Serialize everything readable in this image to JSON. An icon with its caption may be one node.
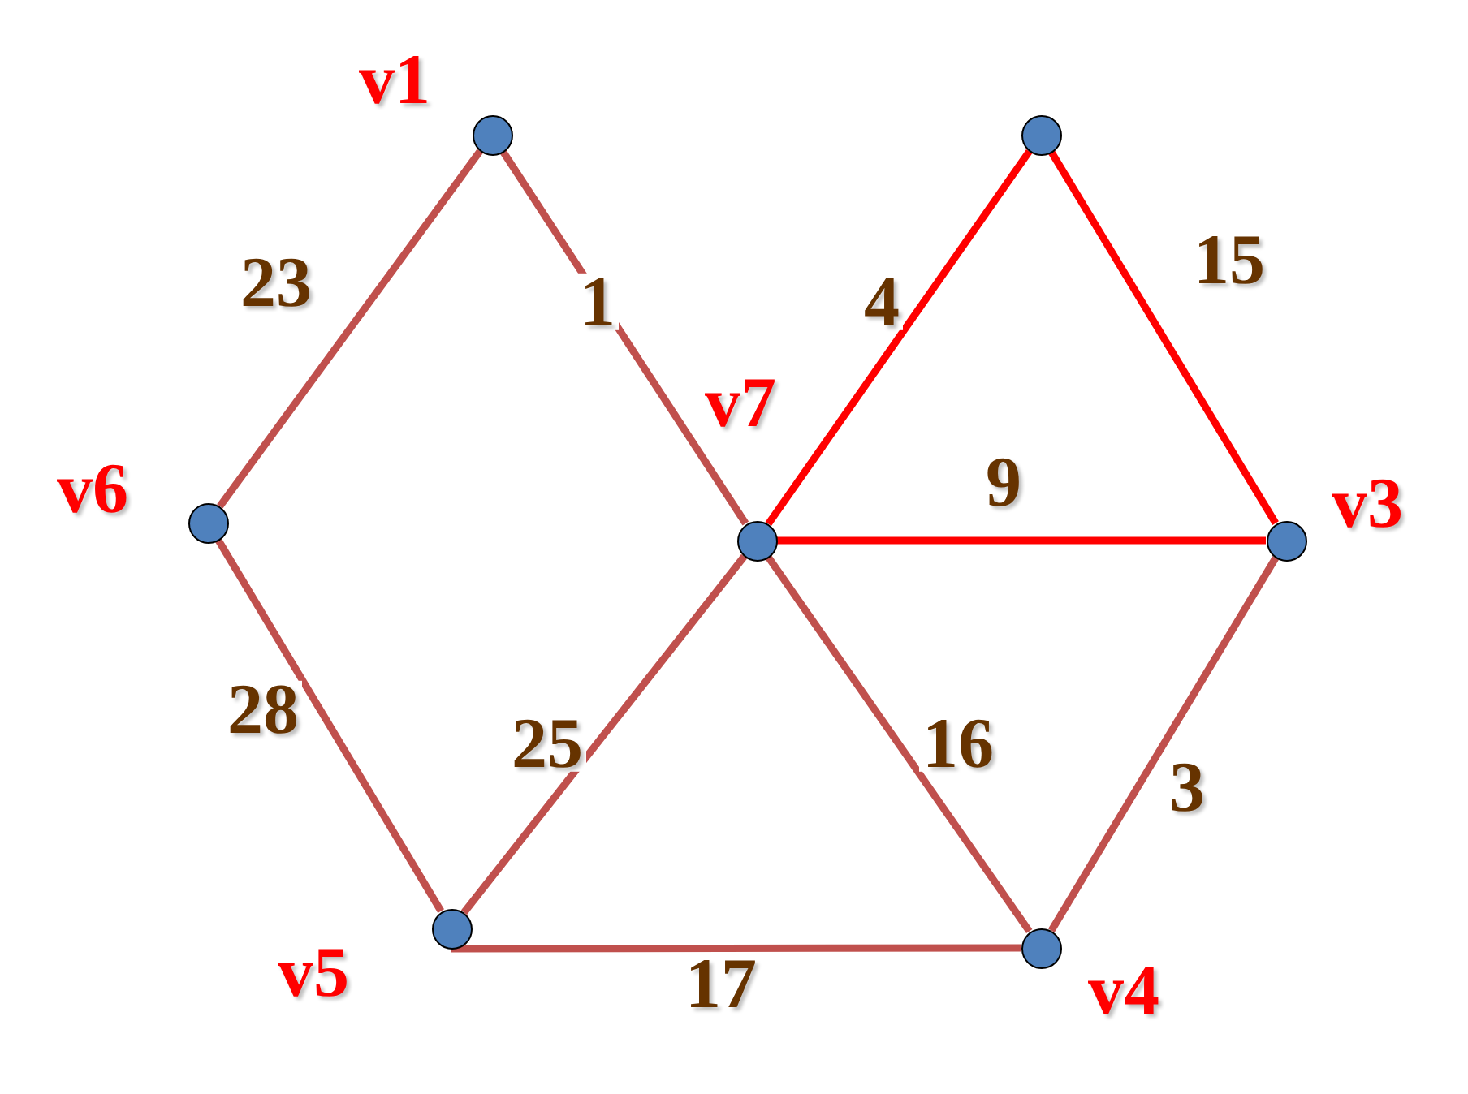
{
  "diagram": {
    "nodes": [
      {
        "text": [],
        "shape": "circle",
        "beside": [
          "v1"
        ]
      },
      {
        "text": [],
        "shape": "circle"
      },
      {
        "text": [],
        "shape": "circle",
        "beside": [
          "v6"
        ]
      },
      {
        "text": [],
        "shape": "circle",
        "beside": [
          "v7"
        ]
      },
      {
        "text": [],
        "shape": "circle",
        "beside": [
          "v3"
        ]
      },
      {
        "text": [],
        "shape": "circle",
        "beside": [
          "v5"
        ]
      },
      {
        "text": [],
        "shape": "circle",
        "beside": [
          "v4"
        ]
      }
    ],
    "edges": [
      {
        "from": 0,
        "to": 2,
        "arrow": "none",
        "label": "23"
      },
      {
        "from": 0,
        "to": 3,
        "arrow": "none",
        "label": "1"
      },
      {
        "from": 3,
        "to": 1,
        "arrow": "none",
        "label": "4",
        "color": "#ff0000"
      },
      {
        "from": 1,
        "to": 4,
        "arrow": "none",
        "label": "15",
        "color": "#ff0000"
      },
      {
        "from": 3,
        "to": 4,
        "arrow": "none",
        "label": "9",
        "color": "#ff0000"
      },
      {
        "from": 2,
        "to": 5,
        "arrow": "none",
        "label": "28"
      },
      {
        "from": 3,
        "to": 5,
        "arrow": "none",
        "label": "25"
      },
      {
        "from": 3,
        "to": 6,
        "arrow": "none",
        "label": "16"
      },
      {
        "from": 4,
        "to": 6,
        "arrow": "none",
        "label": "3"
      },
      {
        "from": 5,
        "to": 6,
        "arrow": "none",
        "label": "17"
      }
    ]
  }
}
